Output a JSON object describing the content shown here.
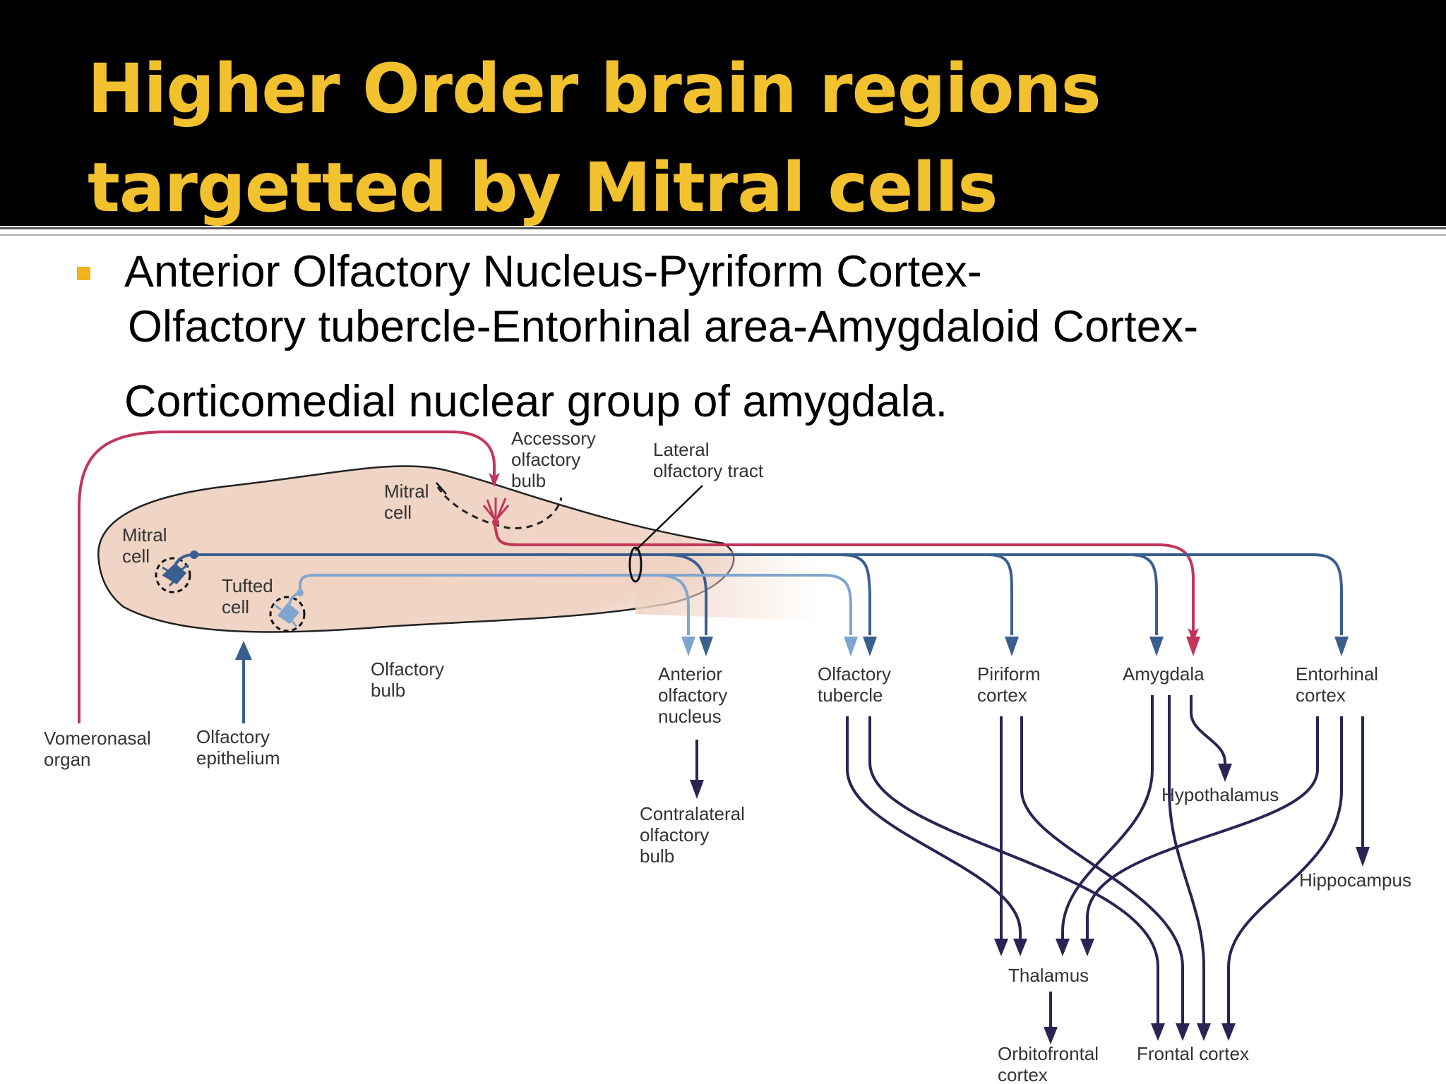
{
  "slide": {
    "title": [
      "Higher Order brain regions",
      "targetted by Mitral cells"
    ],
    "bullet": [
      "Anterior Olfactory Nucleus-Pyriform Cortex-",
      "Olfactory tubercle-Entorhinal area-Amygdaloid Cortex-",
      "Corticomedial nuclear group of amygdala."
    ]
  },
  "diagram": {
    "labels": {
      "accessory_bulb": [
        "Accessory",
        "olfactory",
        "bulb"
      ],
      "lateral_tract": [
        "Lateral",
        "olfactory tract"
      ],
      "mitral_cell_top": [
        "Mitral",
        "cell"
      ],
      "mitral_cell_left": [
        "Mitral",
        "cell"
      ],
      "tufted_cell": [
        "Tufted",
        "cell"
      ],
      "olfactory_bulb": [
        "Olfactory",
        "bulb"
      ],
      "vomeronasal_organ": [
        "Vomeronasal",
        "organ"
      ],
      "olfactory_epithelium": [
        "Olfactory",
        "epithelium"
      ],
      "anterior_olfactory_nucleus": [
        "Anterior",
        "olfactory",
        "nucleus"
      ],
      "olfactory_tubercle": [
        "Olfactory",
        "tubercle"
      ],
      "piriform_cortex": [
        "Piriform",
        "cortex"
      ],
      "amygdala": [
        "Amygdala"
      ],
      "entorhinal_cortex": [
        "Entorhinal",
        "cortex"
      ],
      "contralateral_bulb": [
        "Contralateral",
        "olfactory",
        "bulb"
      ],
      "hypothalamus": [
        "Hypothalamus"
      ],
      "hippocampus": [
        "Hippocampus"
      ],
      "thalamus": [
        "Thalamus"
      ],
      "orbitofrontal_cortex": [
        "Orbitofrontal",
        "cortex"
      ],
      "frontal_cortex": [
        "Frontal cortex"
      ]
    },
    "colors": {
      "vomeronasal_path": "#c2365a",
      "mitral_path": "#3a5f8f",
      "tufted_path": "#7fa6cf",
      "projection_path": "#2a2454",
      "bulb_fill": "#efd3c3"
    }
  }
}
